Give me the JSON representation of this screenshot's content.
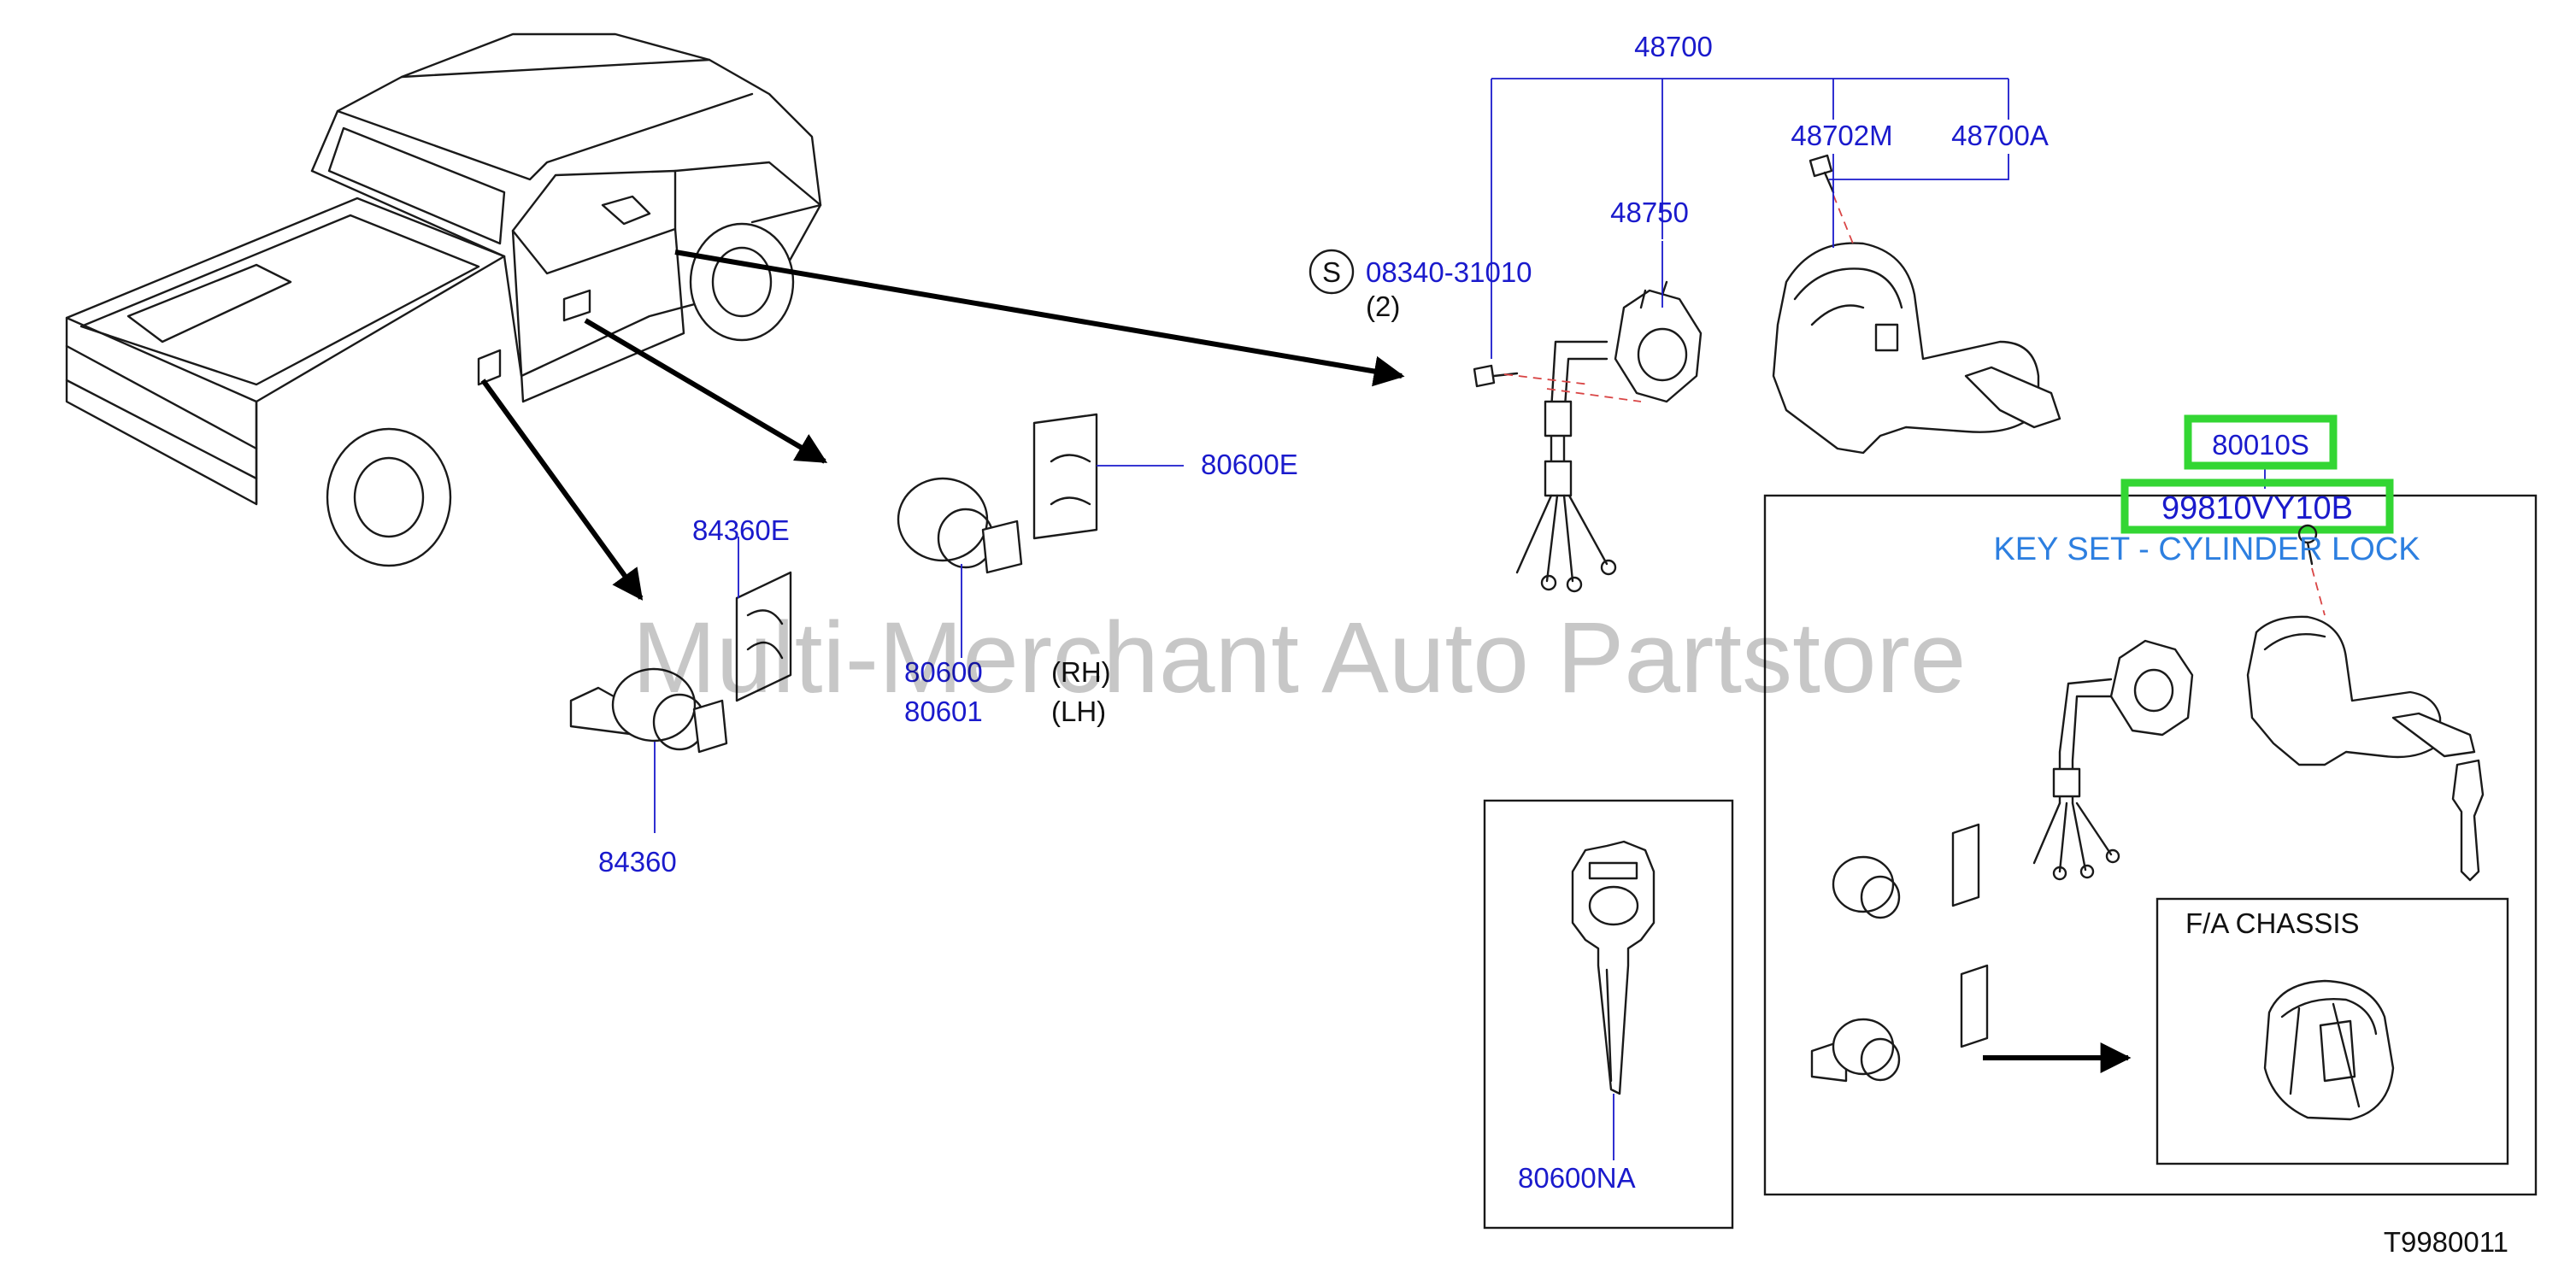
{
  "watermark": "Multi-Merchant Auto Partstore",
  "diagram_code": "T9980011",
  "colors": {
    "part_number": "#1a1acc",
    "highlight": "#33d633",
    "kit_label": "#2d7fe0"
  },
  "labels": {
    "p48700": "48700",
    "p48702M": "48702M",
    "p48700A": "48700A",
    "p48750": "48750",
    "p08340": "08340-31010",
    "p08340_symbol": "S",
    "p08340_qty": "(2)",
    "p80600E": "80600E",
    "p84360E": "84360E",
    "p80600": "80600",
    "p80600_side": "(RH)",
    "p80601": "80601",
    "p80601_side": "(LH)",
    "p84360": "84360",
    "p80600NA": "80600NA",
    "p80010S": "80010S",
    "p99810": "99810VY10B",
    "kit_name": "KEY SET - CYLINDER LOCK",
    "fa_chassis": "F/A   CHASSIS"
  }
}
